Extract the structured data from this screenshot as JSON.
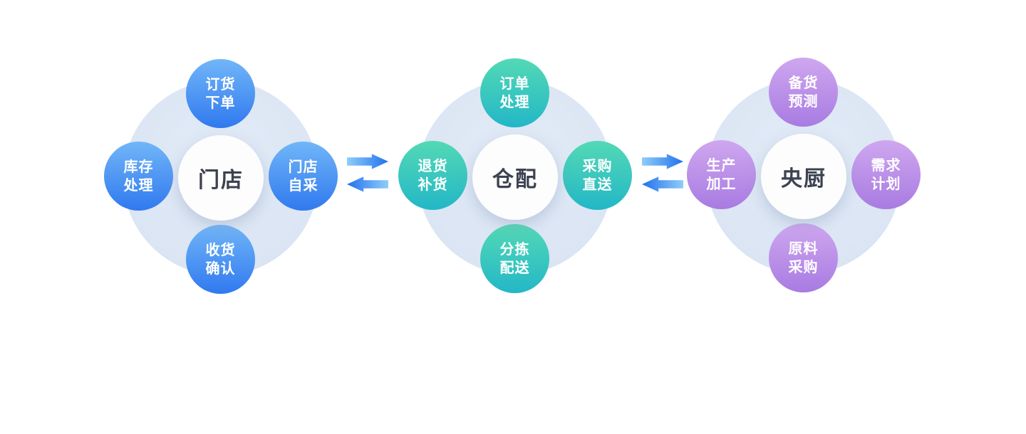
{
  "diagram": {
    "title": "supply-chain-flow",
    "background_color": "#ffffff",
    "center_text_color": "#3c4250",
    "halo_color": "#dbe5f3",
    "arrow_gradient": {
      "from": "#8ecdf8",
      "to": "#2271ee"
    }
  },
  "clusters": [
    {
      "id": "store",
      "center_label": "门店",
      "theme": {
        "satellite_from": "#71b6f8",
        "satellite_to": "#3079ef"
      },
      "satellites": [
        {
          "position": "top",
          "label": "订货\n下单"
        },
        {
          "position": "left",
          "label": "库存\n处理"
        },
        {
          "position": "right",
          "label": "门店\n自采"
        },
        {
          "position": "bottom",
          "label": "收货\n确认"
        }
      ]
    },
    {
      "id": "warehouse",
      "center_label": "仓配",
      "theme": {
        "satellite_from": "#53d9b5",
        "satellite_to": "#23b7c7"
      },
      "satellites": [
        {
          "position": "top",
          "label": "订单\n处理"
        },
        {
          "position": "left",
          "label": "退货\n补货"
        },
        {
          "position": "right",
          "label": "采购\n直送"
        },
        {
          "position": "bottom",
          "label": "分拣\n配送"
        }
      ]
    },
    {
      "id": "central-kitchen",
      "center_label": "央厨",
      "theme": {
        "satellite_from": "#cfa7ef",
        "satellite_to": "#a87be2"
      },
      "satellites": [
        {
          "position": "top",
          "label": "备货\n预测"
        },
        {
          "position": "left",
          "label": "生产\n加工"
        },
        {
          "position": "right",
          "label": "需求\n计划"
        },
        {
          "position": "bottom",
          "label": "原料\n采购"
        }
      ]
    }
  ]
}
